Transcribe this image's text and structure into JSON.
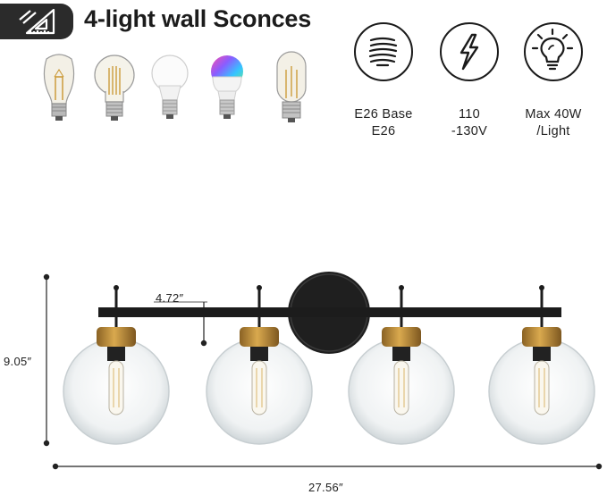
{
  "title": "4-light wall Sconces",
  "badge_icon": "ruler-triangle-icon",
  "bulbs": [
    {
      "icon": "edison-st64-bulb-icon"
    },
    {
      "icon": "filament-a19-bulb-icon"
    },
    {
      "icon": "led-a19-bulb-icon"
    },
    {
      "icon": "smart-rgb-bulb-icon"
    },
    {
      "icon": "tubular-t-bulb-icon"
    }
  ],
  "specs": [
    {
      "icon": "e26-base-icon",
      "line1": "E26 Base",
      "line2": "E26"
    },
    {
      "icon": "lightning-bolt-icon",
      "line1": "110",
      "line2": "-130V"
    },
    {
      "icon": "light-bulb-icon",
      "line1": "Max 40W",
      "line2": "/Light"
    }
  ],
  "dimensions": {
    "height": "9.05″",
    "width": "27.56″",
    "bulb_drop": "4.72″"
  },
  "colors": {
    "finish": "#1f1f1f",
    "brass": "#b98a3c",
    "glass": "#e6eaec"
  }
}
